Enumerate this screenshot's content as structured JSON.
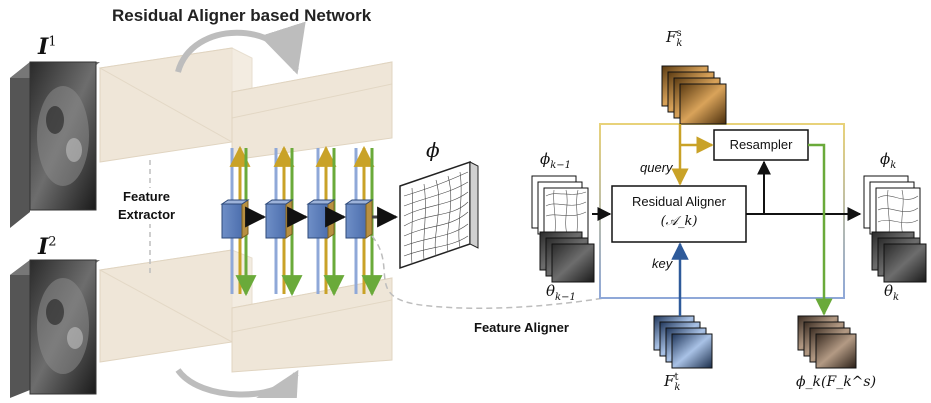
{
  "title": "Residual Aligner based Network",
  "left": {
    "input_top": {
      "symbol": "I",
      "sup": "1"
    },
    "input_bottom": {
      "symbol": "I",
      "sup": "2"
    },
    "feature_extractor_label": "Feature\nExtractor",
    "feature_aligner_label": "Feature Aligner",
    "deformation_label": "ϕ"
  },
  "right": {
    "source_feature": {
      "symbol": "F",
      "sub": "k",
      "sup": "s"
    },
    "target_feature": {
      "symbol": "F",
      "sub": "k",
      "sup": "t"
    },
    "prev_field": "ϕ",
    "prev_field_sub": "k−1",
    "prev_theta": "θ",
    "prev_theta_sub": "k−1",
    "out_field": "ϕ",
    "out_field_sub": "k",
    "out_theta": "θ",
    "out_theta_sub": "k",
    "warped_feature": "ϕ_k(F_k^s)",
    "query_label": "query",
    "key_label": "key",
    "aligner_box": {
      "line1": "Residual Aligner",
      "line2": "(𝒜_k)"
    },
    "resampler_box": "Resampler"
  },
  "colors": {
    "query_arrow": "#c9a227",
    "key_arrow": "#2e5a9a",
    "resample_arrow": "#6aaa3a",
    "frame_top": "#e8d27a",
    "frame_bottom": "#8fa8d8",
    "block_fill": "#efe6d8"
  }
}
